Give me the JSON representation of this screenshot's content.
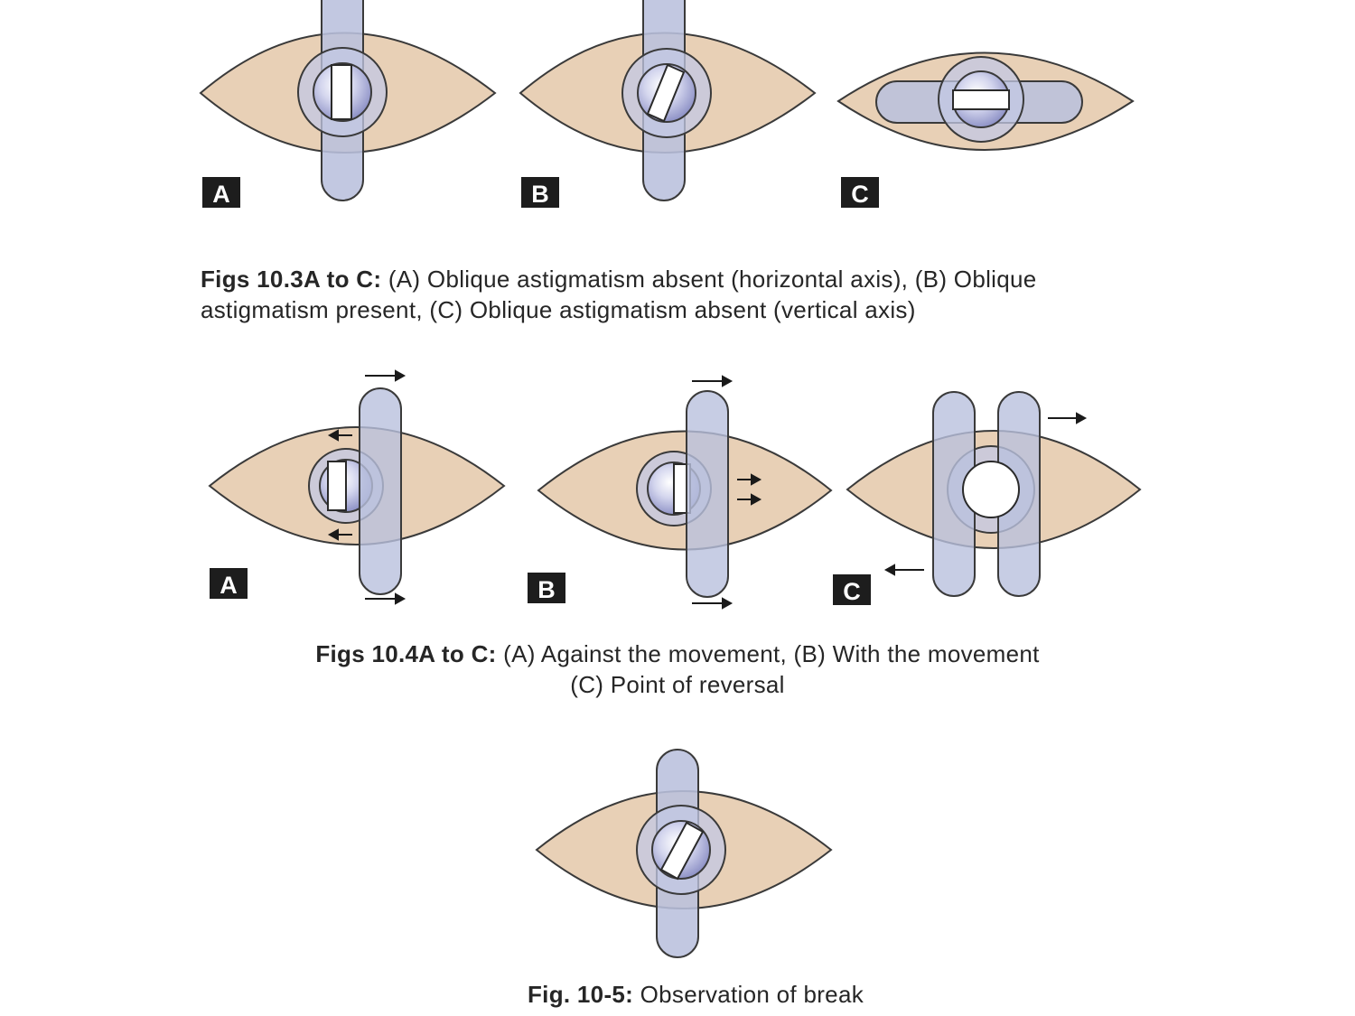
{
  "colors": {
    "eye_fill": "#e8d0b6",
    "eye_stroke": "#3a3a3a",
    "streak_fill": "#b9c0dd",
    "pupil_ring": "#c3c8e4",
    "pupil_core": "#8c90c6",
    "label_bg": "#1d1d1d",
    "label_fg": "#ffffff",
    "arrow": "#1a1a1a"
  },
  "fig_10_3": {
    "panels": [
      {
        "label": "A"
      },
      {
        "label": "B"
      },
      {
        "label": "C"
      }
    ],
    "caption": {
      "figure_ref": "Figs 10.3A to C:",
      "line1": " (A) Oblique astigmatism absent (horizontal axis), (B) Oblique",
      "line2": "astigmatism present, (C) Oblique astigmatism absent (vertical axis)"
    }
  },
  "fig_10_4": {
    "panels": [
      {
        "label": "A"
      },
      {
        "label": "B"
      },
      {
        "label": "C"
      }
    ],
    "caption": {
      "figure_ref": "Figs 10.4A to C:",
      "line1": " (A) Against the movement, (B) With the movement",
      "line2": "(C) Point of reversal"
    }
  },
  "fig_10_5": {
    "caption": {
      "figure_ref": "Fig. 10-5:",
      "line1": " Observation of break"
    }
  }
}
